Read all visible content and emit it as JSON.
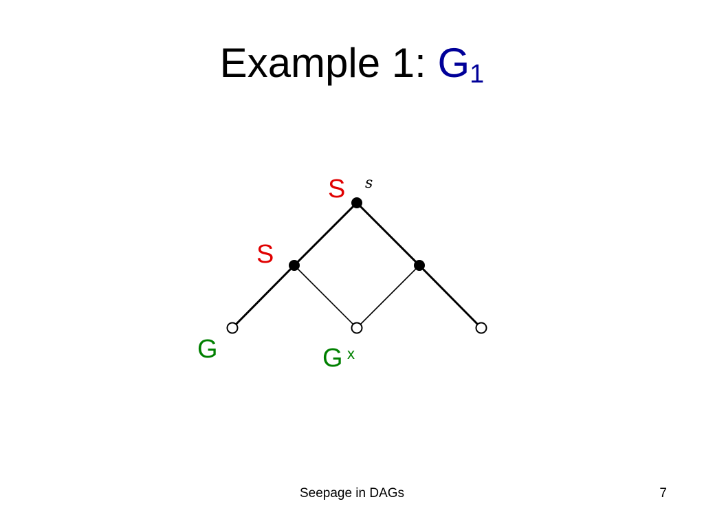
{
  "slide": {
    "title_prefix": "Example 1: ",
    "title_graph": "G",
    "title_graph_sub": "1",
    "footer": "Seepage in DAGs",
    "page_number": "7"
  },
  "diagram": {
    "node_label_s": "s",
    "labels": {
      "top_S": "S",
      "left_S": "S",
      "left_G": "G",
      "center_G": "G",
      "center_x": "x"
    }
  },
  "colors": {
    "title_graph": "#000099",
    "S_label": "#e00000",
    "G_label": "#008000"
  }
}
